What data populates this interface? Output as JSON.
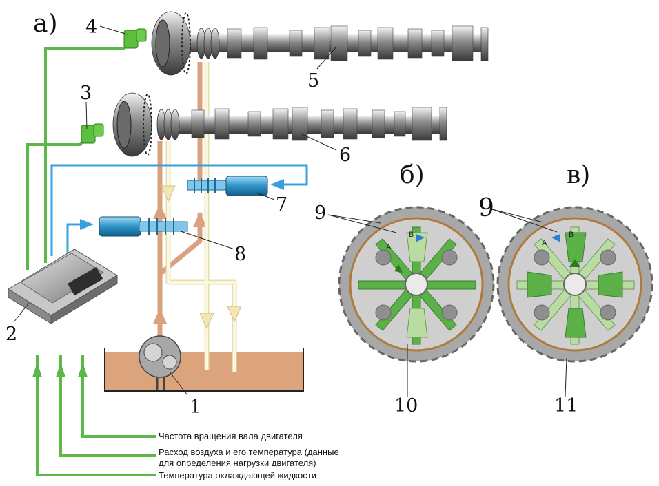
{
  "section_labels": {
    "a": "а)",
    "b": "б)",
    "v": "в)"
  },
  "callouts": [
    "1",
    "2",
    "3",
    "4",
    "5",
    "6",
    "7",
    "8",
    "9",
    "9",
    "10",
    "11"
  ],
  "rotor_marks": {
    "a": "A",
    "b": "B"
  },
  "signals": [
    "Частота вращения вала двигателя",
    "Расход воздуха и его температура (данные",
    "для определения нагрузки двигателя)",
    "Температура охлаждающей жидкости"
  ],
  "colors": {
    "signal_green": "#5cb848",
    "oil_feed": "#d9a27f",
    "oil_return": "#f6eec7",
    "control_line": "#3aa0dc",
    "oil_sump": "#dca47c",
    "rotor_dark": "#5cb048",
    "rotor_light": "#b9dca3"
  }
}
